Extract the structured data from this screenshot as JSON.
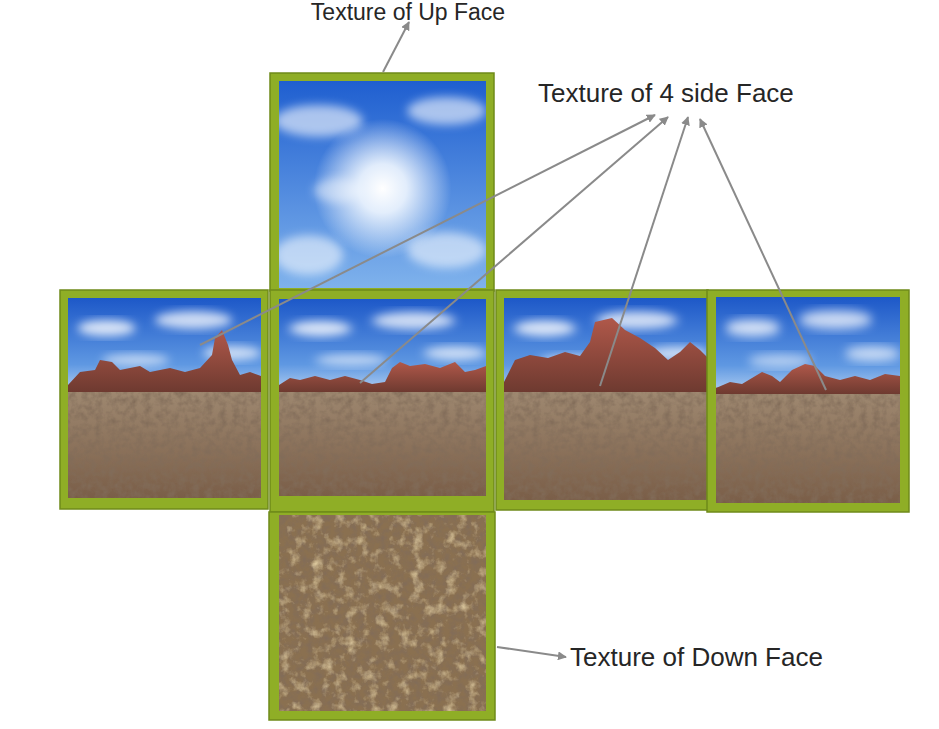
{
  "diagram": {
    "labels": [
      "Texture of Up Face",
      "Texture of 4 side Face",
      "Texture of Down Face"
    ]
  }
}
